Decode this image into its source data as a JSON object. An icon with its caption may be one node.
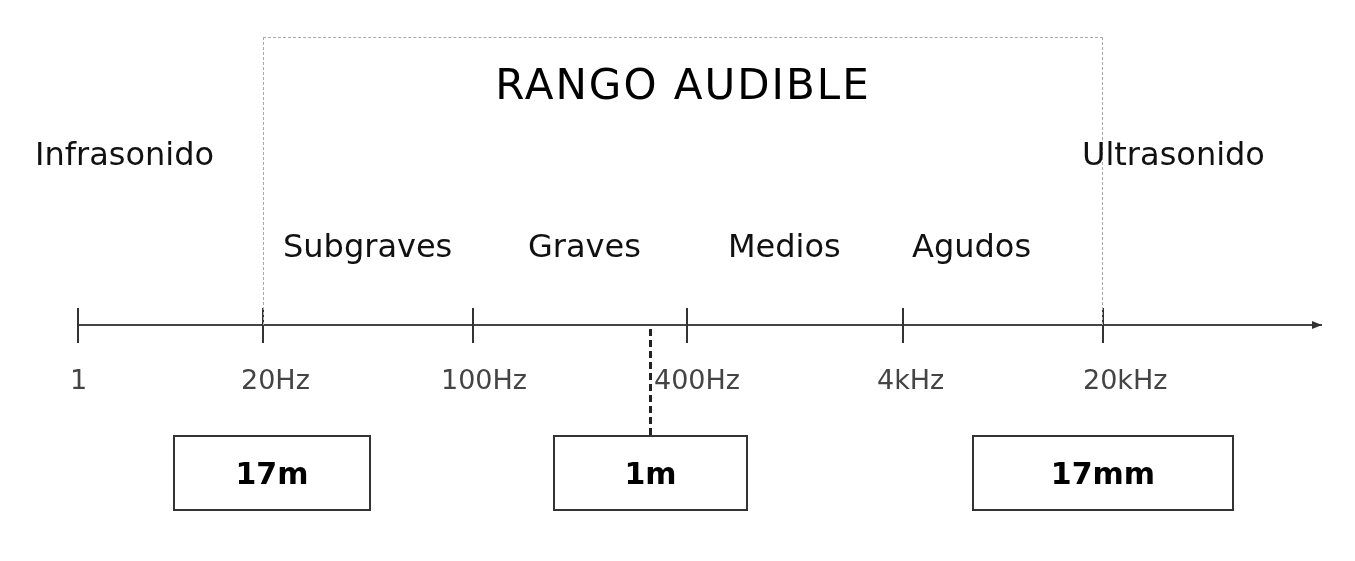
{
  "diagram": {
    "nodes": [
      {
        "text": [
          "RANGO AUDIBLE"
        ]
      },
      {
        "text": [
          "17m"
        ]
      },
      {
        "text": [
          "1m"
        ]
      },
      {
        "text": [
          "17mm"
        ]
      }
    ],
    "edges": [
      {
        "from": 2,
        "to": 0,
        "arrow": "none",
        "style": "dashed"
      }
    ],
    "labels": [
      "Infrasonido",
      "Ultrasonido",
      "Subgraves",
      "Graves",
      "Medios",
      "Agudos",
      "1",
      "20Hz",
      "100Hz",
      "400Hz",
      "4kHz",
      "20kHz"
    ]
  }
}
